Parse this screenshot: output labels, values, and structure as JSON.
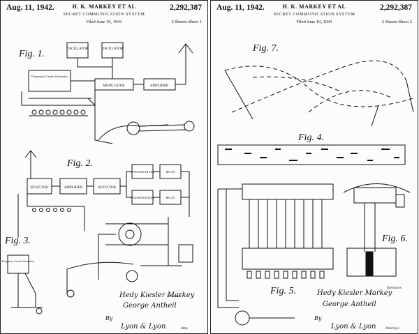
{
  "sheet1": {
    "date": "Aug. 11, 1942.",
    "inventor": "H. K. MARKEY ET AL",
    "patent_no": "2,292,387",
    "title": "SECRET COMMUNICATION SYSTEM",
    "filed": "Filed June 10, 1941",
    "sheets": "2 Sheets-Sheet 1",
    "fig_labels": [
      "Fig. 1.",
      "Fig. 2.",
      "Fig. 3."
    ],
    "inventors_label": "Inventors",
    "sig1": "Hedy Kiesler Markey",
    "sig2": "George Antheil",
    "by": "By",
    "attorney_sig": "Lyon & Lyon",
    "attys": "Attys"
  },
  "sheet2": {
    "date": "Aug. 11, 1942.",
    "inventor": "H. K. MARKEY ET AL",
    "patent_no": "2,292,387",
    "title": "SECRET COMMUNICATION SYSTEM",
    "filed": "Filed June 10, 1941",
    "sheets": "2 Sheets-Sheet 2",
    "fig_labels": [
      "Fig. 7.",
      "Fig. 4.",
      "Fig. 5.",
      "Fig. 6."
    ],
    "inventors_label": "Inventors",
    "sig1": "Hedy Kiesler Markey",
    "sig2": "George Antheil",
    "by": "By",
    "attorney_sig": "Lyon & Lyon",
    "attys": "Attorneys"
  },
  "fig1_blocks": [
    "OSCILLATOR",
    "OSCILLATOR",
    "Frequency Carrier Generator",
    "MODULATOR",
    "AMPLIFIER"
  ],
  "fig2_blocks": [
    "SELECTOR",
    "AMPLIFIER",
    "DETECTOR",
    "LOW PASS FILTER",
    "HIGH PASS FILTER",
    "RELAY",
    "RELAY"
  ],
  "fig3_blocks": [
    "Frequency Carrier Generator"
  ]
}
